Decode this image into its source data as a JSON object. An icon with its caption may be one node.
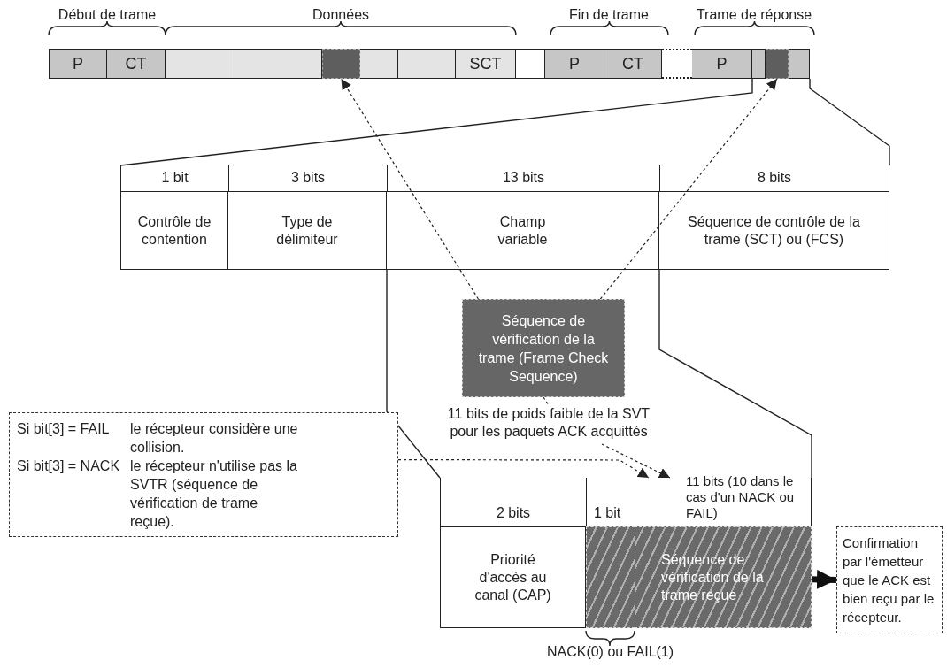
{
  "diagram": {
    "nodes": [
      {
        "text": [
          "P"
        ]
      },
      {
        "text": [
          "CT"
        ]
      },
      {
        "text": [],
        "shape": "box"
      },
      {
        "text": [],
        "shape": "box"
      },
      {
        "text": [],
        "shape": "box"
      },
      {
        "text": [],
        "shape": "box"
      },
      {
        "text": [],
        "shape": "box"
      },
      {
        "text": [
          "SCT"
        ]
      },
      {
        "text": [],
        "shape": "box"
      },
      {
        "text": [
          "P"
        ]
      },
      {
        "text": [
          "CT"
        ]
      },
      {
        "text": [],
        "shape": "box"
      },
      {
        "text": [
          "P"
        ]
      },
      {
        "text": [],
        "shape": "box"
      },
      {
        "text": [],
        "shape": "box"
      },
      {
        "text": [],
        "shape": "box"
      },
      {
        "text": [
          "1 bit",
          "Contrôle de contention"
        ]
      },
      {
        "text": [
          "3 bits",
          "Type de délimiteur"
        ]
      },
      {
        "text": [
          "13 bits",
          "Champ variable"
        ]
      },
      {
        "text": [
          "8 bits",
          "Séquence de contrôle de la trame (SCT) ou (FCS)"
        ]
      },
      {
        "text": [
          "Séquence de vérification de la trame (Frame Check Sequence)"
        ]
      },
      {
        "text": [
          "11 bits de poids faible de la SVT pour les paquets ACK acquittés"
        ]
      },
      {
        "text": [
          "Si bit[3] = FAIL",
          "le récepteur considère une collision.",
          "Si bit[3] = NACK",
          "le récepteur n'utilise pas la SVTR (séquence de vérification de trame reçue)."
        ]
      },
      {
        "text": [
          "2 bits",
          "Priorité d'accès au canal (CAP)"
        ]
      },
      {
        "text": [
          "1 bit"
        ],
        "beside": [
          "NACK(0) ou FAIL(1)"
        ]
      },
      {
        "text": [
          "11 bits (10 dans le cas d'un NACK ou FAIL)",
          "Séquence de vérification de la trame reçue"
        ]
      },
      {
        "text": [
          "Confirmation par l'émetteur que le ACK est bien reçu par le récepteur."
        ]
      }
    ],
    "edges": [
      {
        "from": 20,
        "to": 4,
        "arrow": "to",
        "style": "dashed"
      },
      {
        "from": 20,
        "to": 14,
        "arrow": "to",
        "style": "dashed"
      },
      {
        "from": 20,
        "to": 21,
        "arrow": "none",
        "style": "dashed"
      },
      {
        "from": 21,
        "to": 25,
        "arrow": "to",
        "style": "dashed"
      },
      {
        "from": 22,
        "to": 25,
        "arrow": "to",
        "style": "dashed"
      },
      {
        "from": 25,
        "to": 26,
        "arrow": "to",
        "style": "thick"
      }
    ],
    "labels": [
      "Début de trame",
      "Données",
      "Fin de trame",
      "Trame de réponse"
    ]
  }
}
